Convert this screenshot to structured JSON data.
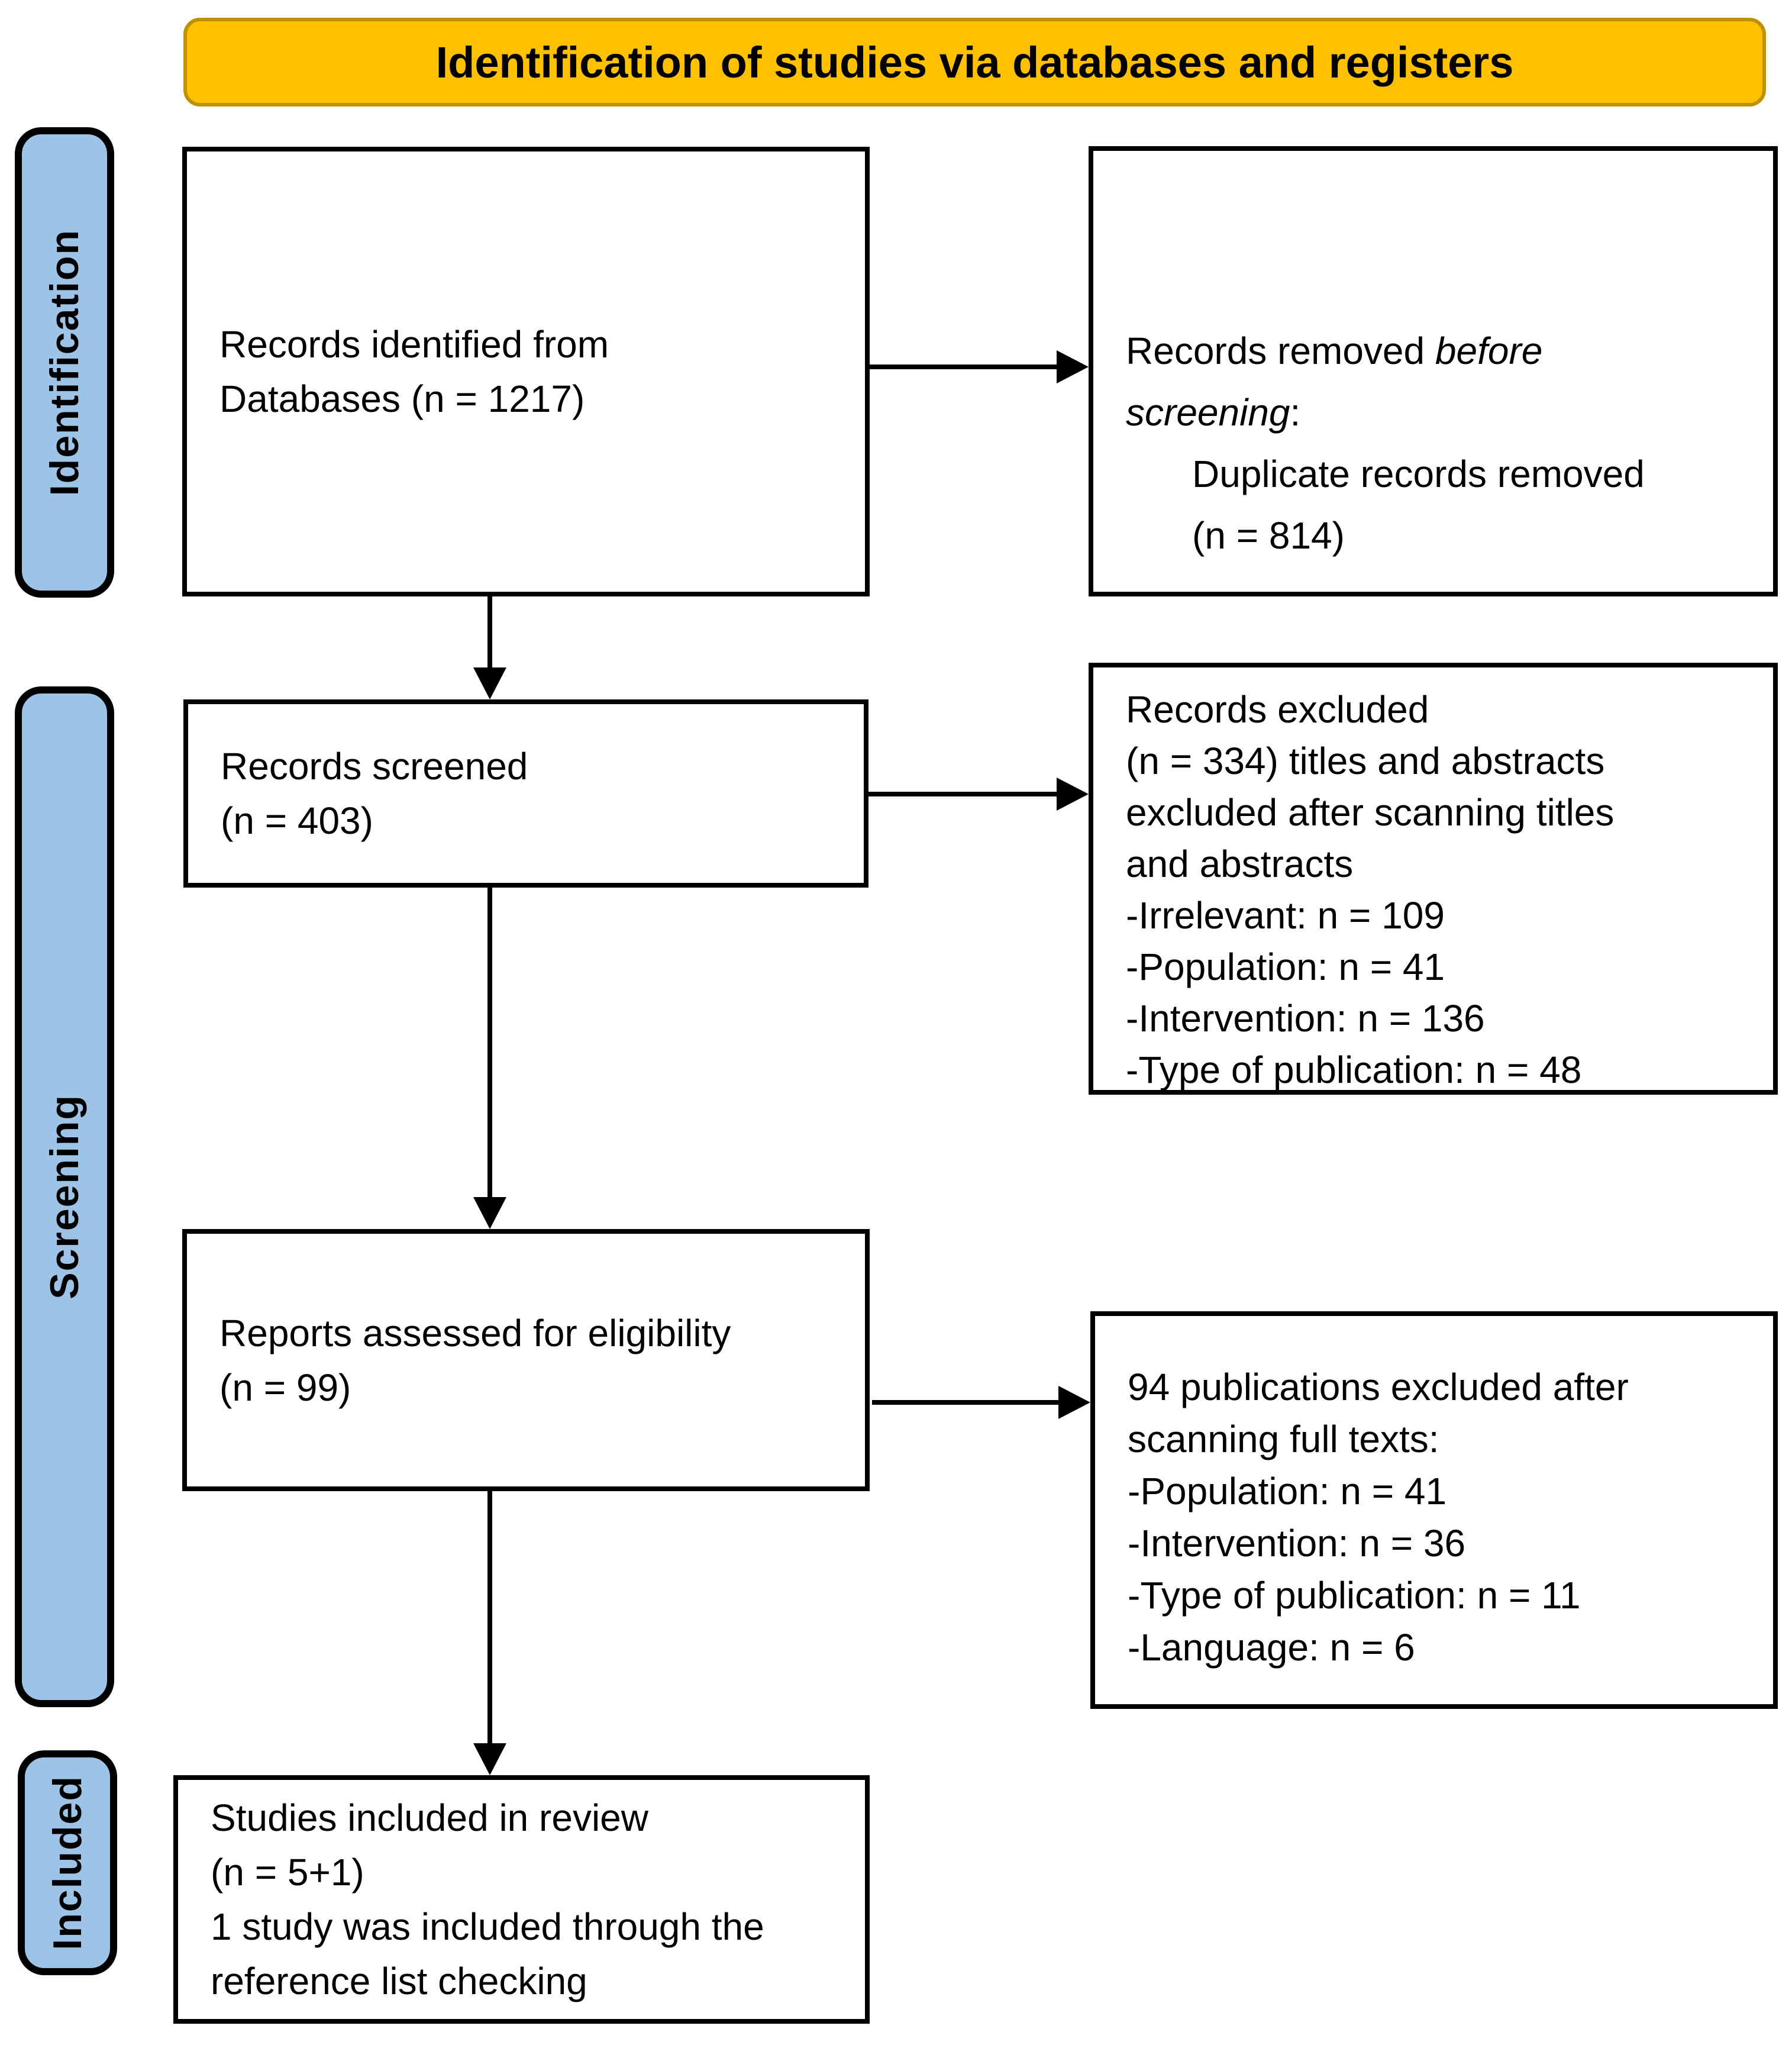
{
  "title": "Identification of studies via databases and registers",
  "colors": {
    "header-bg": "#FFC000",
    "header-border": "#BF9000",
    "stage-bg": "#9DC3E6",
    "stage-border": "#000000",
    "box-bg": "#FFFFFF",
    "box-border": "#000000",
    "arrow": "#000000",
    "text": "#000000"
  },
  "stages": {
    "identification": "Identification",
    "screening": "Screening",
    "included": "Included"
  },
  "boxes": {
    "records_identified": {
      "lines": [
        "Records identified from",
        "Databases (n = 1217)"
      ]
    },
    "records_removed": {
      "line1_text": "Records removed ",
      "line1_italic": "before",
      "line2_italic": "screening",
      "line2_text": ":",
      "line3": "Duplicate records removed",
      "line4": "(n = 814)"
    },
    "records_screened": {
      "lines": [
        "Records screened",
        "(n = 403)"
      ]
    },
    "records_excluded": {
      "lines": [
        "Records excluded",
        "(n = 334) titles and abstracts",
        "excluded after scanning titles",
        "and abstracts",
        "-Irrelevant: n = 109",
        "-Population: n = 41",
        "-Intervention: n = 136",
        "-Type of publication: n = 48"
      ]
    },
    "reports_assessed": {
      "lines": [
        "Reports assessed for eligibility",
        "(n = 99)"
      ]
    },
    "publications_excluded": {
      "lines": [
        "94 publications excluded after",
        "scanning full texts:",
        "-Population: n = 41",
        "-Intervention: n = 36",
        "-Type of publication: n = 11",
        "-Language: n = 6"
      ]
    },
    "studies_included": {
      "lines": [
        "Studies included in review",
        "(n = 5+1)",
        "1 study was included through the",
        "reference list checking"
      ]
    }
  }
}
